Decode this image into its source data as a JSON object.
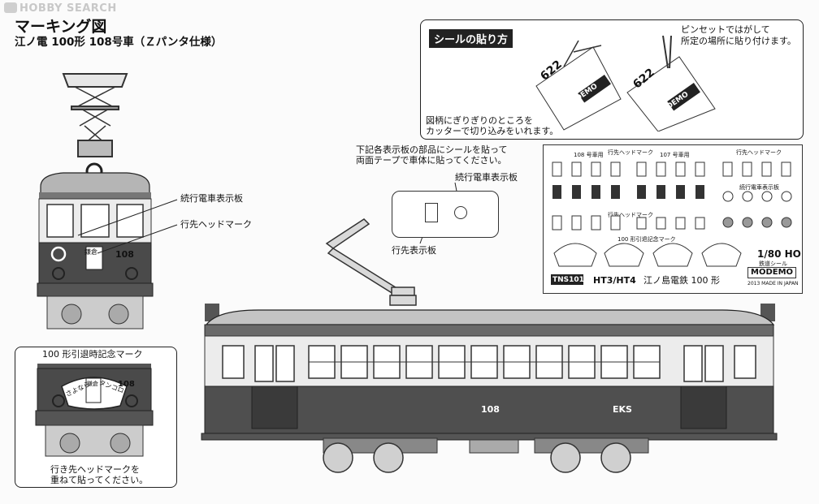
{
  "watermark": "HOBBY SEARCH",
  "title": "マーキング図",
  "subtitle": "江ノ電 100形 108号車（Ｚパンタ仕様）",
  "howto": {
    "heading": "シールの貼り方",
    "tweezers_note": [
      "ピンセットではがして",
      "所定の場所に貼り付けます。"
    ],
    "cut_note": [
      "図柄にぎりぎりのところを",
      "カッターで切り込みをいれます。"
    ],
    "sticker_number": "622",
    "sticker_brand": "MODEMO"
  },
  "parts_note": [
    "下記各表示板の部品にシールを貼って",
    "両面テープで車体に貼ってください。"
  ],
  "labels": {
    "train_indicator": "続行電車表示板",
    "destination_headmark": "行先ヘッドマーク",
    "destination_board": "行先表示板",
    "retirement_mark": "100 形引退時記念マーク",
    "overlay_note": [
      "行き先ヘッドマークを",
      "重ねて貼ってください。"
    ]
  },
  "car": {
    "number": "108",
    "side_mark": "EKS",
    "head_board": [
      "鎌倉"
    ],
    "retire_left": "さよなら",
    "retire_right": "タンコロ"
  },
  "sheet": {
    "col_108": "108 号車用",
    "col_107": "107 号車用",
    "head_mark_1": "行先ヘッドマーク",
    "head_mark_2": "行先ヘッドマーク",
    "head_mark_3": "行先ヘッドマーク",
    "indicator": "続行電車表示板",
    "retire": "100 形引退記念マーク",
    "code": "TNS101",
    "model": "HT3/HT4",
    "name": "江ノ島電鉄 100 形",
    "scale": "1/80 HO",
    "scale_sub": "鉄道シール",
    "brand": "MODEMO",
    "made_in": "2013 MADE IN JAPAN"
  }
}
